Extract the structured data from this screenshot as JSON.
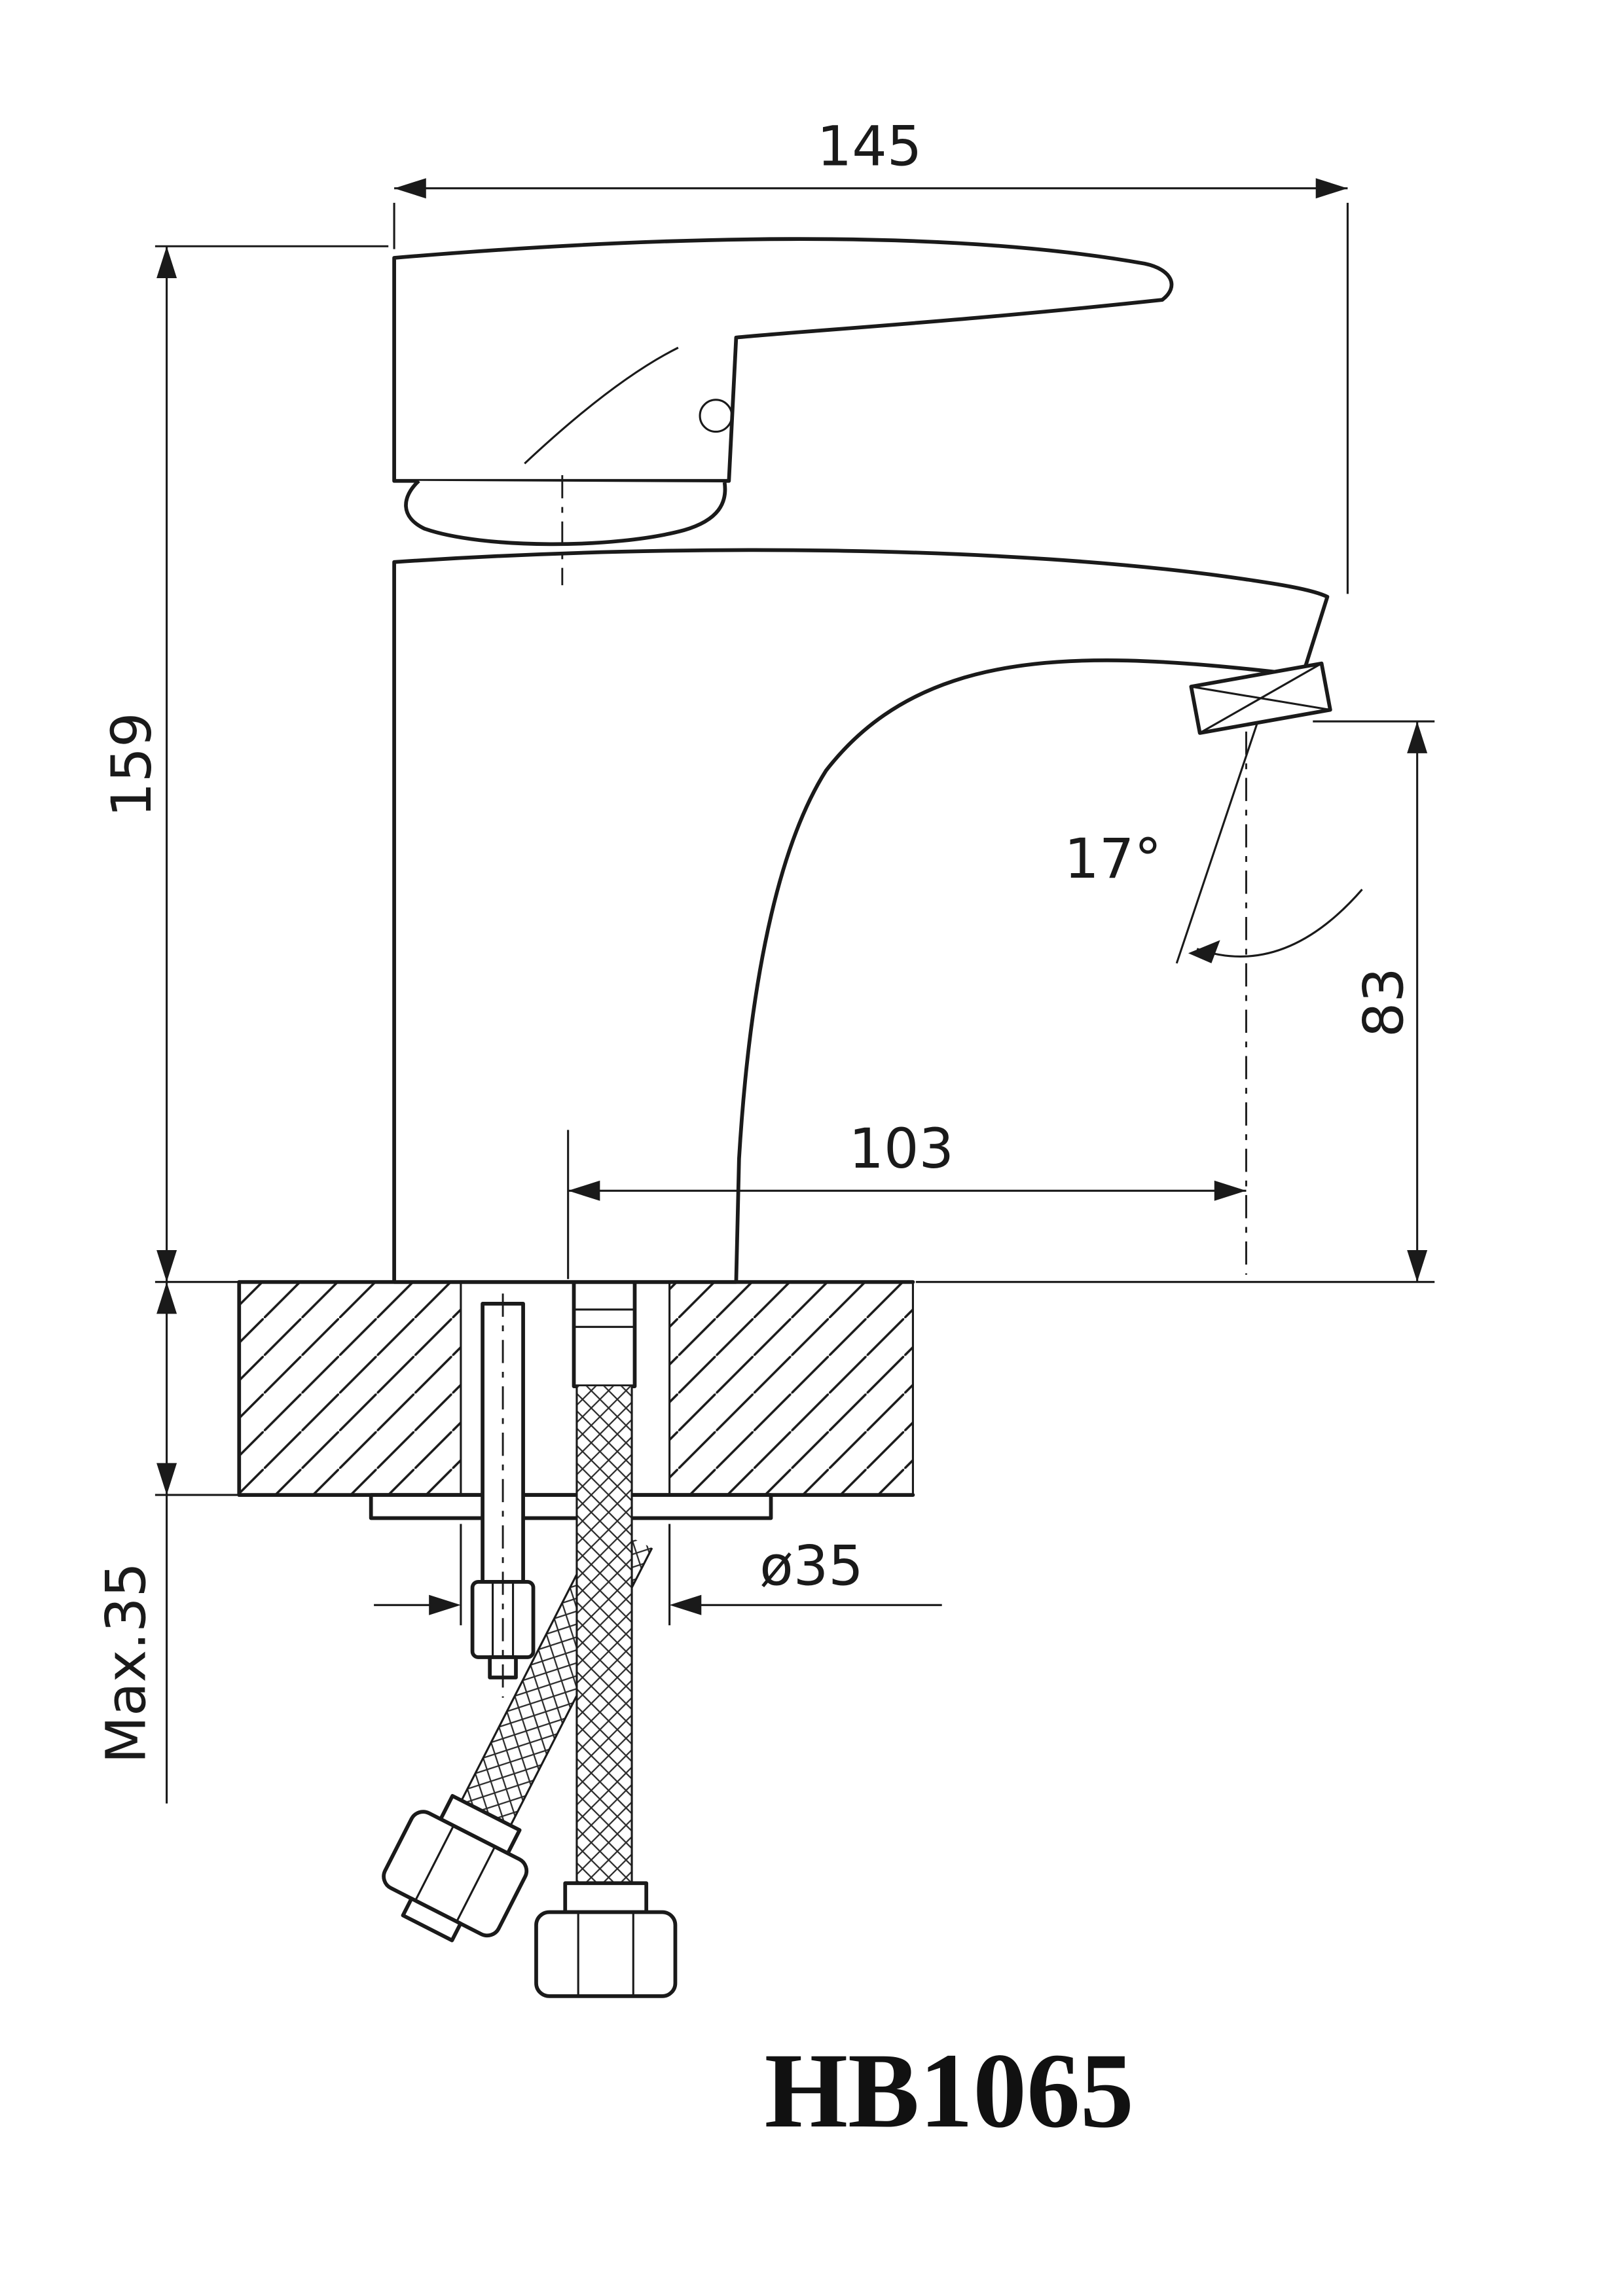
{
  "drawing": {
    "type": "faucet-installation-technical-drawing",
    "ink_color": "#1a1a1a",
    "background_color": "#ffffff",
    "model": "HB1065",
    "labels": {
      "overall_length": "145",
      "overall_height": "159",
      "spout_angle": "17°",
      "spout_outlet_height": "83",
      "spout_reach": "103",
      "mounting_hole_diameter": "ø35",
      "max_deck_thickness": "Max.35"
    }
  }
}
